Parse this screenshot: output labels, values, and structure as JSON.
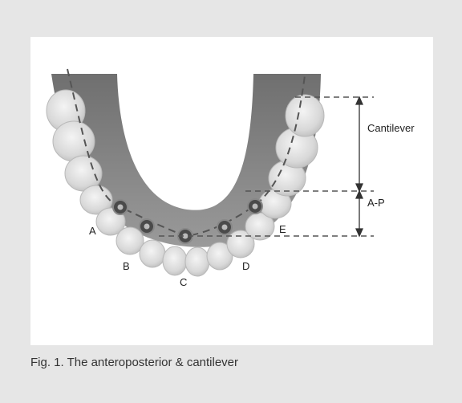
{
  "figure": {
    "labels": {
      "cantilever": "Cantilever",
      "ap": "A-P",
      "a": "A",
      "b": "B",
      "c": "C",
      "d": "D",
      "e": "E"
    },
    "caption": "Fig. 1. The anteroposterior & cantilever"
  },
  "colors": {
    "background": "#e6e6e6",
    "panel": "#ffffff",
    "gum": "#7c7c7c",
    "tooth": "#dcdcdc",
    "implant": "#4a4a4a",
    "dashed_line": "#555555"
  },
  "icons": [
    "dental-arch",
    "implant-marker",
    "dimension-arrow"
  ]
}
